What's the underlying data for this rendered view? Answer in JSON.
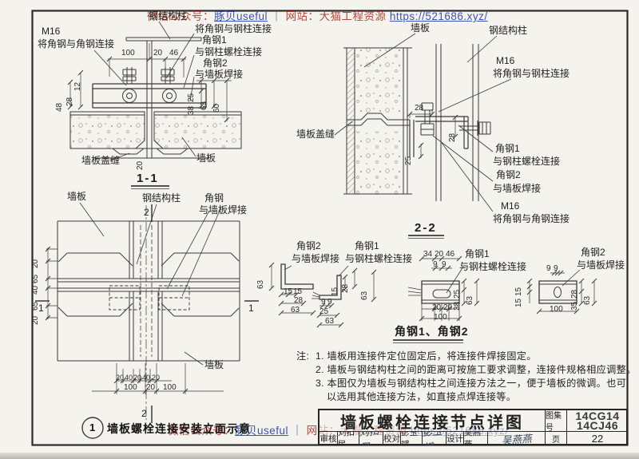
{
  "wm": {
    "prefix": "微信公众号：",
    "account": "豚贝useful",
    "sep": "｜",
    "site": "网站：",
    "name": "大猫工程资源",
    "url": "https://521686.xyz/"
  },
  "s11": {
    "title": "1-1",
    "col": "钢结构柱",
    "m16": "M16",
    "m16d": "将角钢与角钢连接",
    "conn": "将角钢与钢柱连接",
    "a1": "角钢1",
    "a1d": "与钢柱螺栓连接",
    "a2": "角钢2",
    "a2d": "与墙板焊接",
    "cover": "墙板盖缝",
    "panel": "墙板",
    "dims": {
      "t1": "100",
      "t2": "20",
      "t3": "46",
      "l1": "12",
      "l2": "28",
      "l3": "48",
      "r1": "25",
      "r2": "38",
      "r3": "63",
      "r4": "60",
      "b1": "20"
    }
  },
  "s22": {
    "title": "2-2",
    "panel": "墙板",
    "col": "钢结构柱",
    "m16": "M16",
    "m16d": "将角钢与钢柱连接",
    "cover": "墙板盖缝",
    "a1": "角钢1",
    "a1d": "与钢柱螺栓连接",
    "a2": "角钢2",
    "a2d": "与墙板焊接",
    "m16b": "M16",
    "m16bd": "将角钢与角钢连接",
    "dims": {
      "d1": "28",
      "d2": "28",
      "d3": "25"
    }
  },
  "elev": {
    "no": "1",
    "title": "墙板螺栓连接安装立面示意",
    "panel": "墙板",
    "col": "钢结构柱",
    "angle": "角钢",
    "angled": "与墙板焊接",
    "panel2": "墙板",
    "m_top": "2",
    "m_bot": "2",
    "m_left": "1",
    "m_right": "1",
    "dims": {
      "l1": "20",
      "l2": "65",
      "l3": "40",
      "l4": "65",
      "l5": "20",
      "b1": "20",
      "b2": "40",
      "b3": "20",
      "b4": "40",
      "b5": "20",
      "c1": "100",
      "c2": "20",
      "c3": "100"
    }
  },
  "det": {
    "caption": "角钢1、角钢2",
    "a2s": {
      "t": "角钢2",
      "d": "与墙板焊接",
      "v": "63",
      "b1": "15",
      "b2": "15",
      "b3": "28",
      "b4": "63"
    },
    "a1s": {
      "t": "角钢1",
      "d": "与钢柱螺栓连接",
      "r0": "15",
      "r1": "28",
      "r2": "63",
      "b1": "9",
      "b2": "9",
      "b3": "25",
      "b4": "63"
    },
    "a1p": {
      "t": "角钢1",
      "d": "与钢柱螺栓连接",
      "t1": "34",
      "t2": "20",
      "t3": "46",
      "t4": "9",
      "t5": "9",
      "r1": "25",
      "r2": "38",
      "r3": "63",
      "b1": "20",
      "b2": "20",
      "b3": "100"
    },
    "a2p": {
      "t": "角钢2",
      "d": "与墙板焊接",
      "t1": "9",
      "t2": "9",
      "l1": "15",
      "l2": "15",
      "r1": "28",
      "r2": "35",
      "r3": "63",
      "b1": "100"
    }
  },
  "notes": {
    "prefix": "注:",
    "n1": "1. 墙板用连接件定位固定后，将连接件焊接固定。",
    "n2": "2. 墙板与钢结构柱之间的距离可按施工要求调整，连接件规格相应调整。",
    "n3": "3. 本图仅为墙板与钢结构柱之间连接方法之一，便于墙板的微调。也可",
    "n4": "以选用其他连接方法，如直接点焊连接等。"
  },
  "tb": {
    "title": "墙板螺栓连接节点详图",
    "atlas_label": "图集号",
    "atlas1": "14CG14",
    "atlas2": "14CJ46",
    "page_label": "页",
    "page": "22",
    "r_label": "审核",
    "r_name": "刘扣民",
    "r_sig": "刘扣民",
    "c_label": "校对",
    "c_name": "彭玉斌",
    "c_sig": "彭玉斌",
    "d_label": "设计",
    "d_name": "吴燕燕",
    "d_sig": "吴燕燕"
  }
}
